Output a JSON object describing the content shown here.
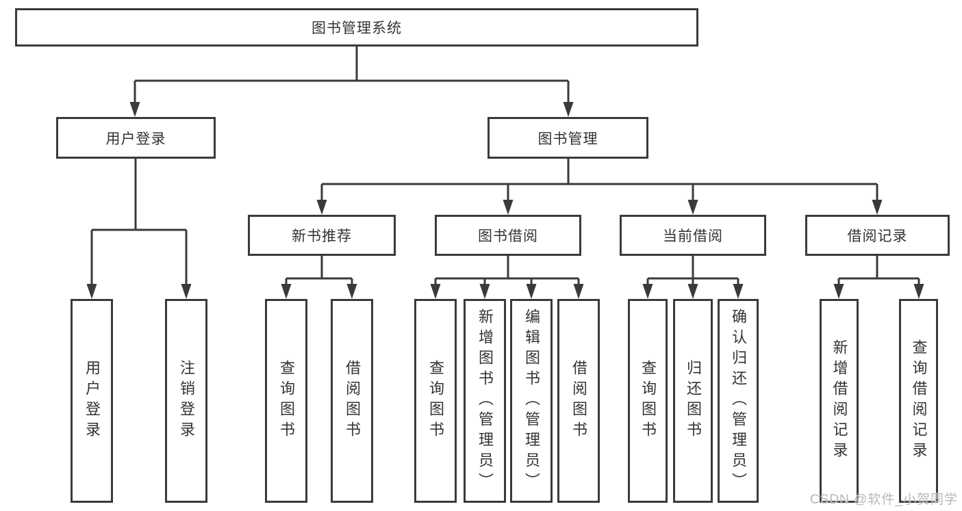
{
  "colors": {
    "line": "#3a3a3a",
    "box_border": "#3a3a3a",
    "text": "#333333",
    "watermark": "#b7b7b7",
    "background": "#ffffff"
  },
  "watermark": {
    "text": "CSDN @软件_小贺同学"
  },
  "nodes": {
    "root": {
      "label": "图书管理系统"
    },
    "level2": [
      {
        "label": "用户登录"
      },
      {
        "label": "图书管理"
      }
    ],
    "level3": [
      {
        "label": "新书推荐",
        "parent": "图书管理"
      },
      {
        "label": "图书借阅",
        "parent": "图书管理"
      },
      {
        "label": "当前借阅",
        "parent": "图书管理"
      },
      {
        "label": "借阅记录",
        "parent": "图书管理"
      }
    ],
    "leaves": [
      {
        "label": "用户登录",
        "parent": "用户登录"
      },
      {
        "label": "注销登录",
        "parent": "用户登录"
      },
      {
        "label": "查询图书",
        "parent": "新书推荐"
      },
      {
        "label": "借阅图书",
        "parent": "新书推荐"
      },
      {
        "label": "查询图书",
        "parent": "图书借阅"
      },
      {
        "label": "新增图书（管理员）",
        "parent": "图书借阅"
      },
      {
        "label": "编辑图书（管理员）",
        "parent": "图书借阅"
      },
      {
        "label": "借阅图书",
        "parent": "图书借阅"
      },
      {
        "label": "查询图书",
        "parent": "当前借阅"
      },
      {
        "label": "归还图书",
        "parent": "当前借阅"
      },
      {
        "label": "确认归还（管理员）",
        "parent": "当前借阅"
      },
      {
        "label": "新增借阅记录",
        "parent": "借阅记录"
      },
      {
        "label": "查询借阅记录",
        "parent": "借阅记录"
      }
    ]
  }
}
